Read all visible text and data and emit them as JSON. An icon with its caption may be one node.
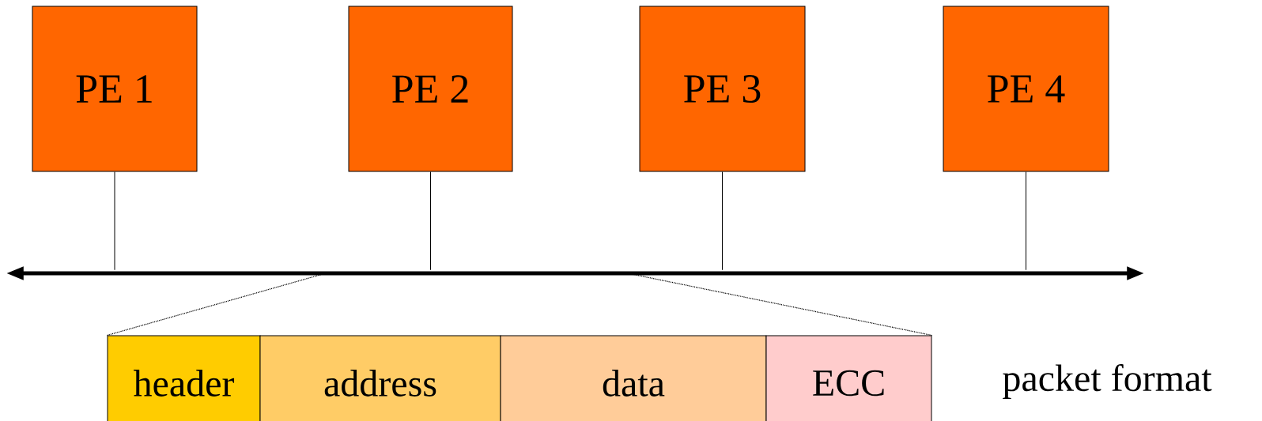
{
  "diagram": {
    "nodes": [
      {
        "text": [
          "PE 1"
        ]
      },
      {
        "text": [
          "PE 2"
        ]
      },
      {
        "text": [
          "PE 3"
        ]
      },
      {
        "text": [
          "PE 4"
        ]
      },
      {
        "text": [],
        "shape": "bar"
      },
      {
        "text": [
          "header"
        ]
      },
      {
        "text": [
          "address"
        ]
      },
      {
        "text": [
          "data"
        ]
      },
      {
        "text": [
          "ECC"
        ]
      }
    ],
    "edges": [
      {
        "from": 0,
        "to": 4,
        "arrow": "none"
      },
      {
        "from": 1,
        "to": 4,
        "arrow": "none"
      },
      {
        "from": 2,
        "to": 4,
        "arrow": "none"
      },
      {
        "from": 3,
        "to": 4,
        "arrow": "none"
      },
      {
        "from": 4,
        "to": 5,
        "arrow": "none",
        "style": "dashed"
      },
      {
        "from": 4,
        "to": 8,
        "arrow": "none",
        "style": "dashed"
      }
    ],
    "labels": [
      "packet format"
    ]
  }
}
